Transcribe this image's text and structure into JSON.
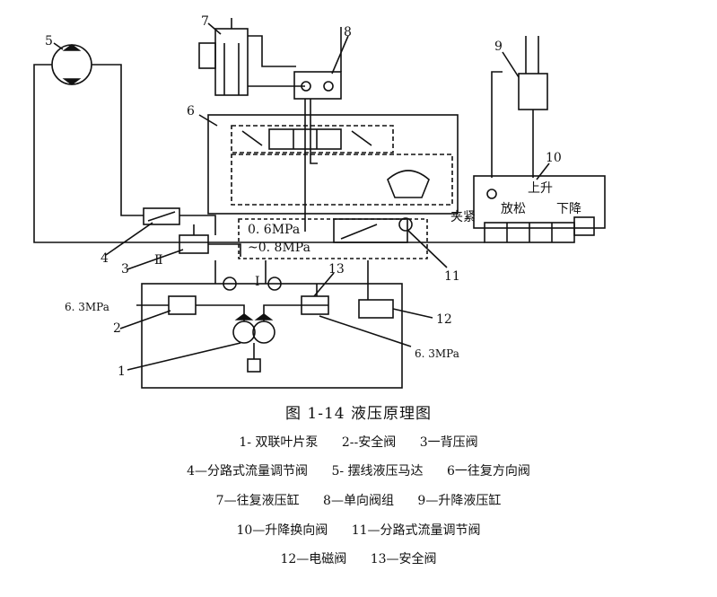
{
  "labels": {
    "n1": "1",
    "n2": "2",
    "n3": "3",
    "n4": "4",
    "n5": "5",
    "n6": "6",
    "n7": "7",
    "n8": "8",
    "n9": "9",
    "n10": "10",
    "n11": "11",
    "n12": "12",
    "n13": "13",
    "p_left": "6. 3MPa",
    "p_right": "6. 3MPa",
    "p_back1": "0. 6MPa",
    "p_back2": "~0. 8MPa",
    "roman2": "Ⅱ",
    "roman1": "Ⅰ",
    "up": "上升",
    "release": "放松",
    "down": "下降",
    "clamp": "夹紧"
  },
  "caption": {
    "title": "图 1-14   液压原理图",
    "legend": [
      [
        "1- 双联叶片泵",
        "2--安全阀",
        "3一背压阀"
      ],
      [
        "4—分路式流量调节阀",
        "5- 摆线液压马达",
        "6一往复方向阀"
      ],
      [
        "7—往复液压缸",
        "8—单向阀组",
        "9—升降液压缸"
      ],
      [
        "10—升降换向阀",
        "11—分路式流量调节阀"
      ],
      [
        "12—电磁阀",
        "13—安全阀"
      ]
    ]
  }
}
